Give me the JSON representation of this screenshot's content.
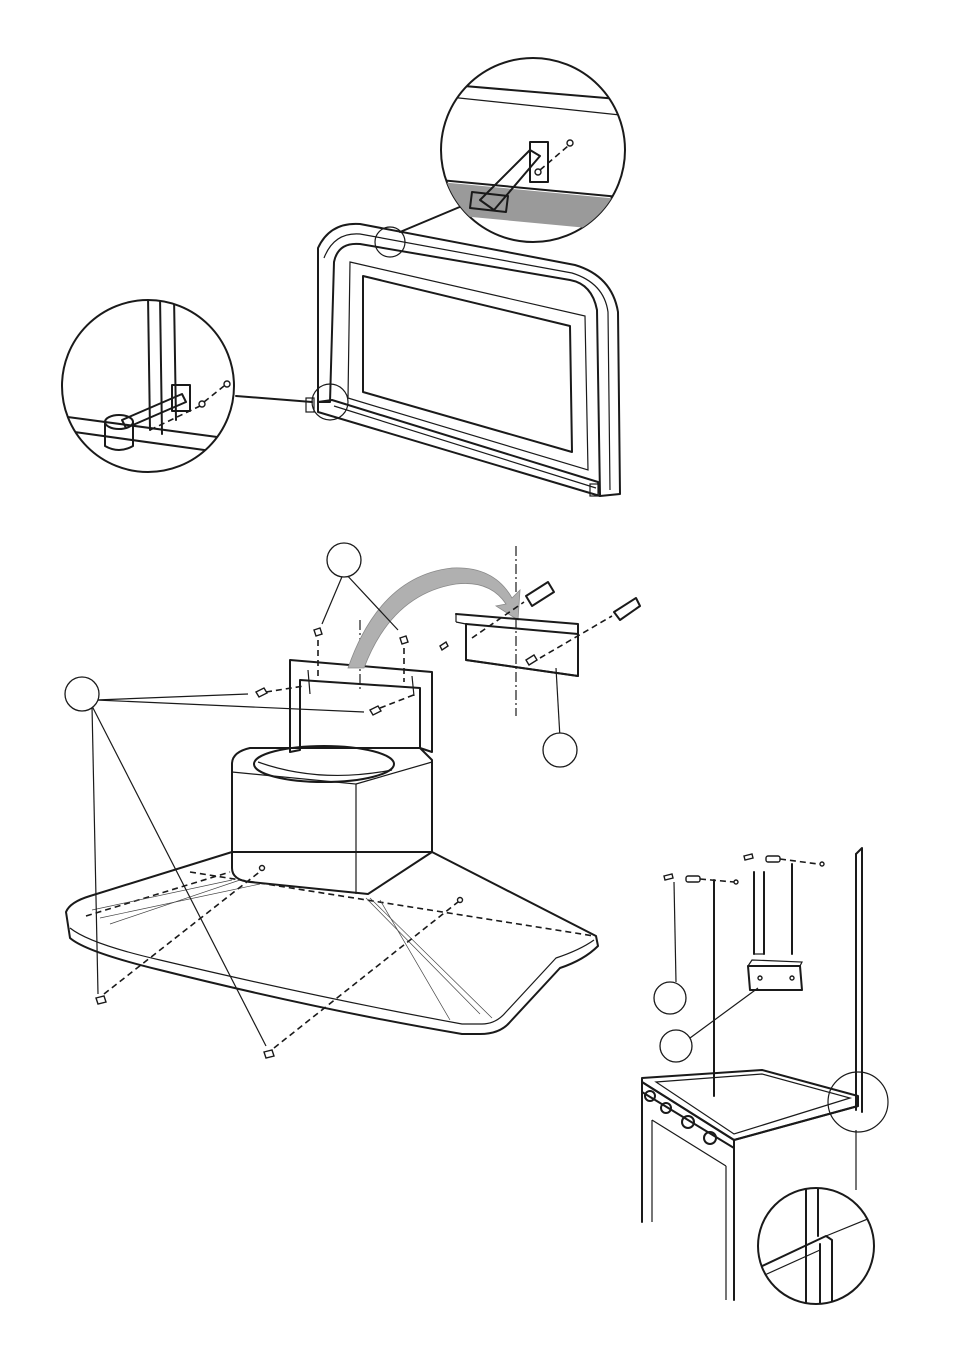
{
  "figures": [
    {
      "id": "fig-filter-frame",
      "description_hidden": true
    },
    {
      "id": "fig-hood-assembly",
      "description_hidden": true
    },
    {
      "id": "fig-cooker-wall",
      "description_hidden": true
    }
  ],
  "callouts": [
    {
      "id": "callout-screws-top",
      "label": ""
    },
    {
      "id": "callout-screws-side",
      "label": ""
    },
    {
      "id": "callout-bracket",
      "label": ""
    },
    {
      "id": "callout-cooker-screws",
      "label": ""
    },
    {
      "id": "callout-cooker-bracket",
      "label": ""
    }
  ],
  "colors": {
    "line": "#1a1a1a",
    "shade": "#9a9a9a",
    "arrow": "#b0b0b0"
  }
}
